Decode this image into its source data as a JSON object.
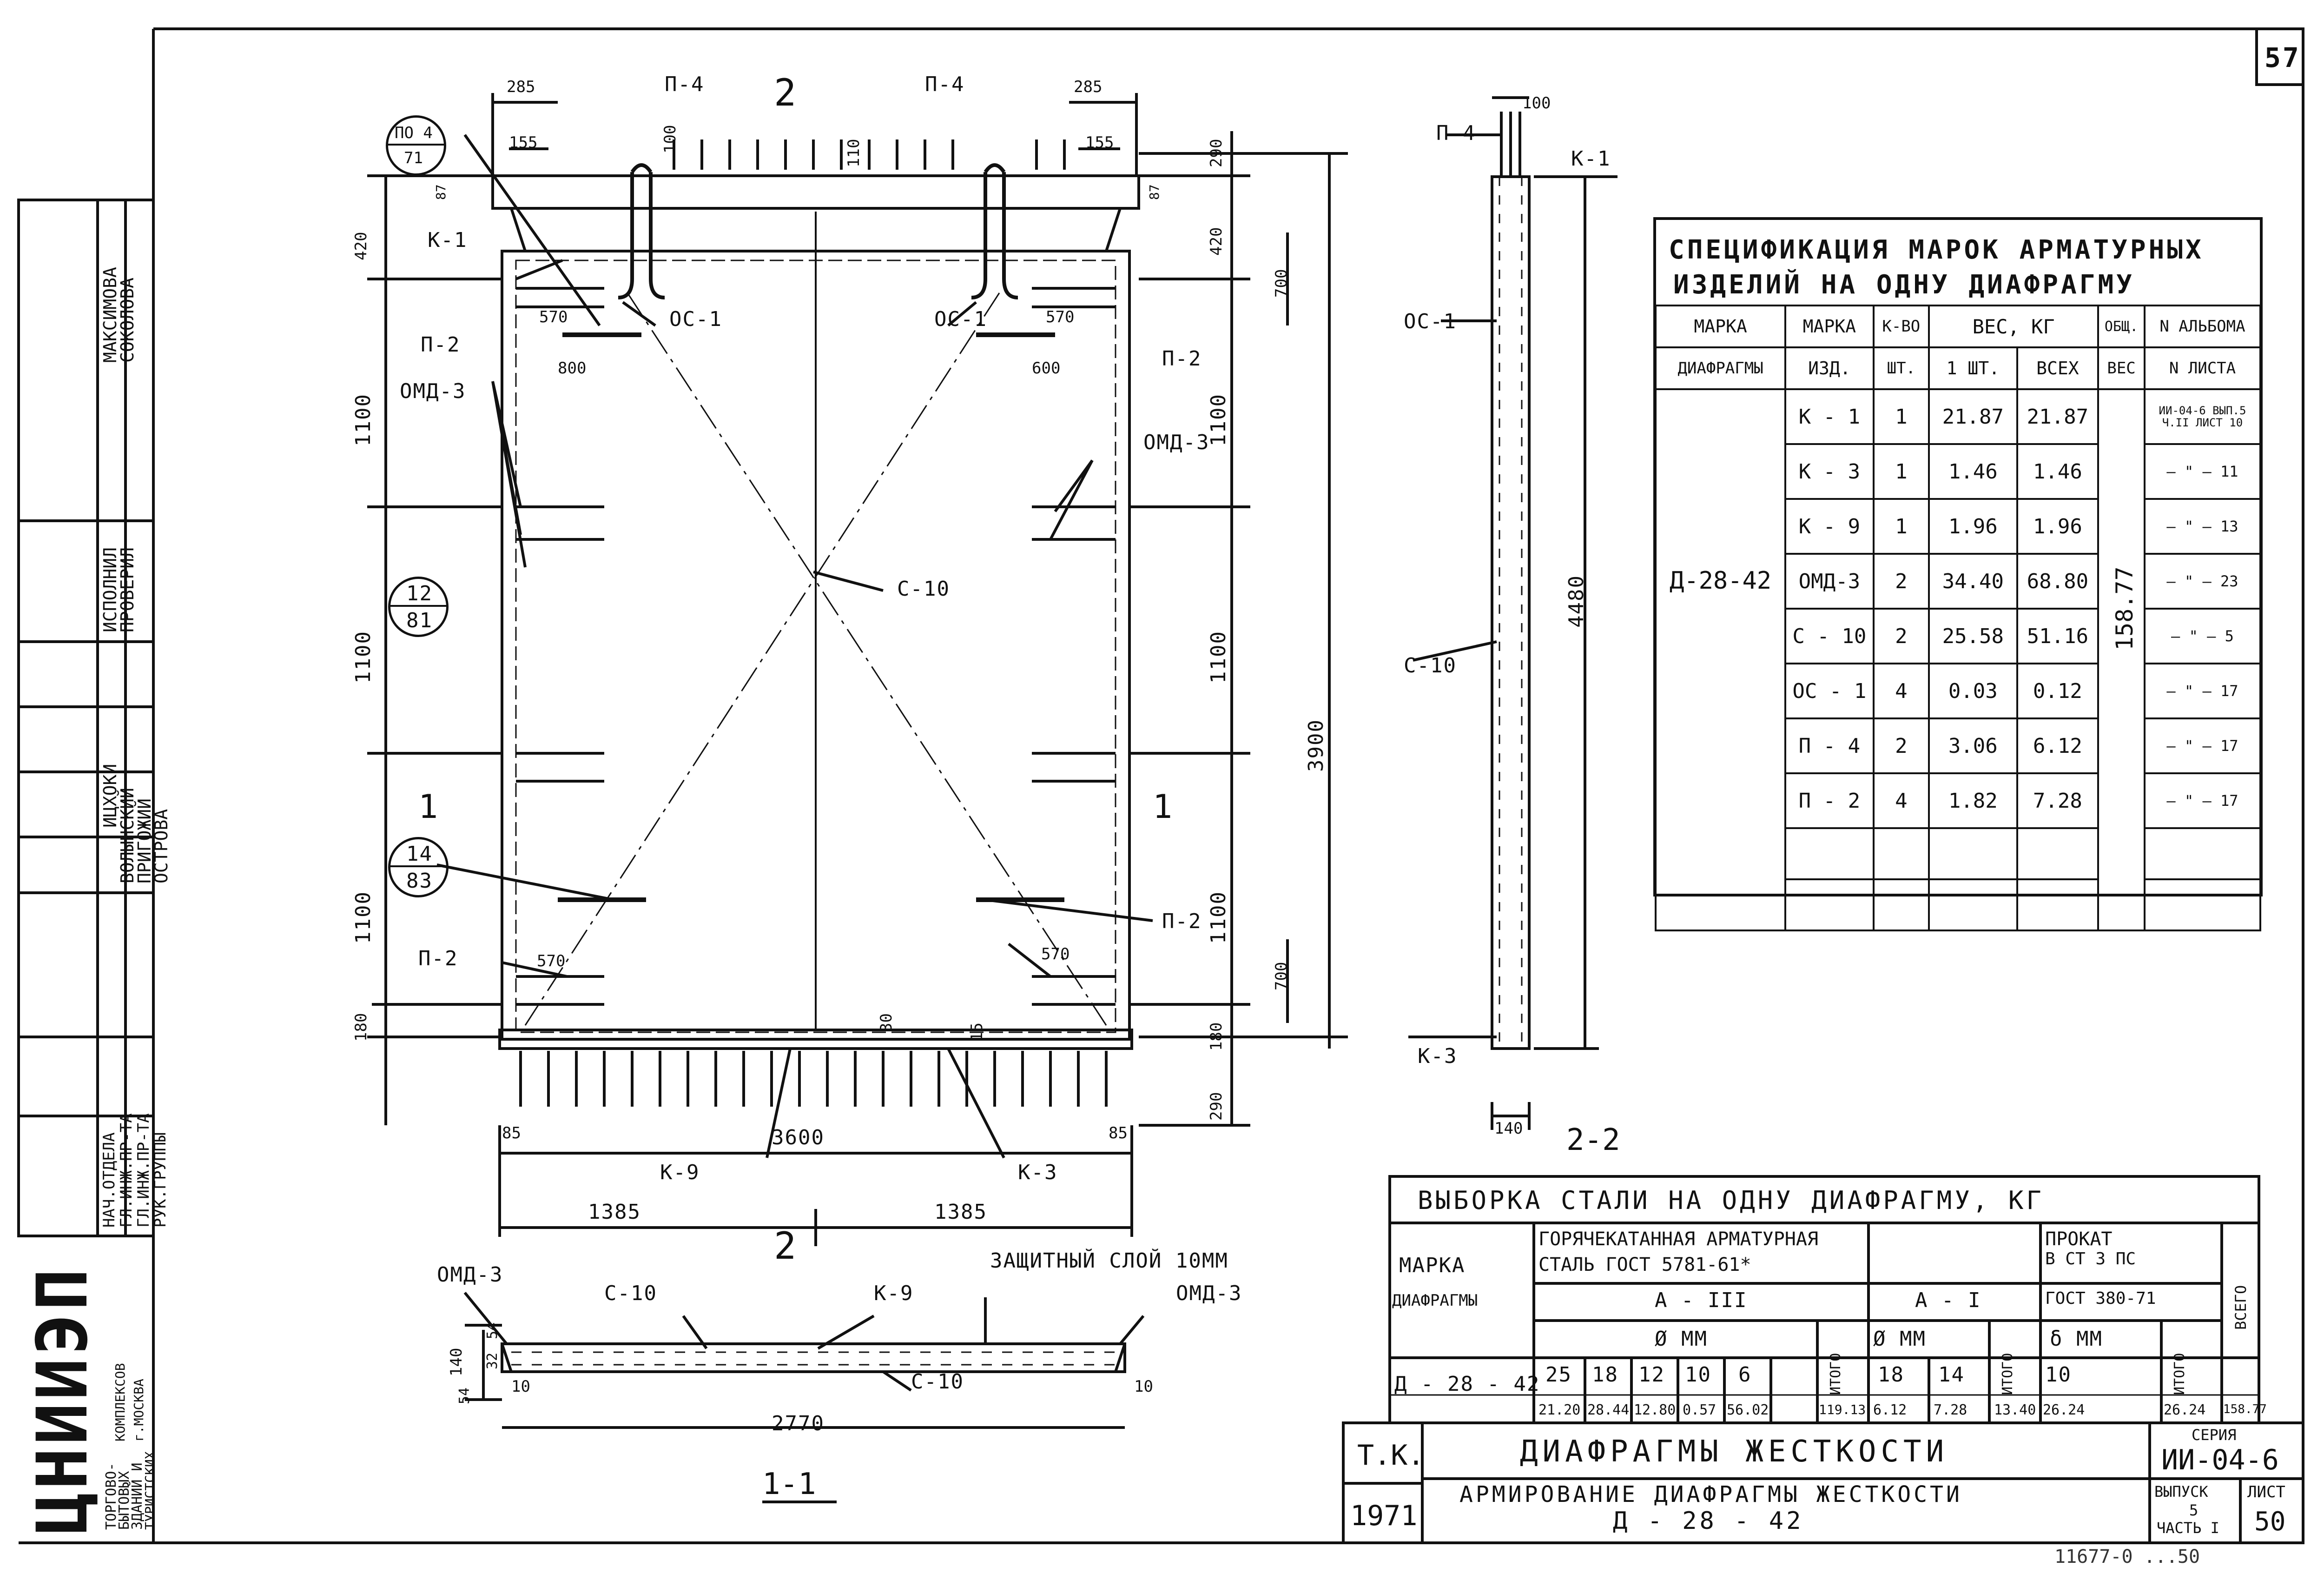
{
  "sheet_number": "57",
  "title_block": {
    "tk": "Т.К.",
    "year": "1971",
    "title1": "ДИАФРАГМЫ  ЖЕСТКОСТИ",
    "title2": "АРМИРОВАНИЕ  ДИАФРАГМЫ  ЖЕСТКОСТИ",
    "title3": "Д - 28 - 42",
    "series_label": "СЕРИЯ",
    "series": "ИИ-04-6",
    "issue_label": "ВЫПУСК",
    "issue": "5",
    "part": "ЧАСТЬ I",
    "sheet_label": "ЛИСТ",
    "sheet": "50",
    "footer_stamp": "11677-0 ...50"
  },
  "institute": {
    "logo": "ЦНИИЭП",
    "name_lines": [
      "ТОРГОВО-",
      "БЫТОВЫХ",
      "ЗДАНИЙ И",
      "ТУРИСТСКИХ",
      "КОМПЛЕКСОВ",
      "г.МОСКВА"
    ]
  },
  "staff": {
    "roles": [
      "НАЧ.ОТДЕЛА",
      "ГЛ.ИНЖ.ПР-ТА",
      "ГЛ.ИНЖ.ПР-ТА",
      "РУК.ГРУППЫ",
      "ИСПОЛНИЛ",
      "ПРОВЕРИЛ"
    ],
    "names": [
      "ИЦХОКИ",
      "ВОЛЫНСКИЙ",
      "ПРИГОЖИЙ",
      "ОСТРОВА",
      "МАКСИМОВА",
      "СОКОЛОВА"
    ]
  },
  "spec_table": {
    "title1": "СПЕЦИФИКАЦИЯ МАРОК АРМАТУРНЫХ",
    "title2": "ИЗДЕЛИЙ  НА ОДНУ ДИАФРАГМУ",
    "h_mark1": "МАРКА",
    "h_mark2": "ДИАФРАГМЫ",
    "h_item1": "МАРКА",
    "h_item2": "ИЗД.",
    "h_qty1": "К-ВО",
    "h_qty2": "ШТ.",
    "h_weight": "ВЕС, КГ",
    "h_one": "1 ШТ.",
    "h_all": "ВСЕХ",
    "h_total1": "ОБЩ.",
    "h_total2": "ВЕС",
    "h_album1": "N АЛЬБОМА",
    "h_album2": "N ЛИСТА",
    "diaphragm": "Д-28-42",
    "total_weight": "158.77",
    "rows": [
      {
        "mark": "К - 1",
        "qty": "1",
        "one": "21.87",
        "all": "21.87",
        "album": "ИИ-04-6 ВЫП.5 Ч.II ЛИСТ 10"
      },
      {
        "mark": "К - 3",
        "qty": "1",
        "one": "1.46",
        "all": "1.46",
        "album": "— \" — 11"
      },
      {
        "mark": "К - 9",
        "qty": "1",
        "one": "1.96",
        "all": "1.96",
        "album": "— \" — 13"
      },
      {
        "mark": "ОМД-3",
        "qty": "2",
        "one": "34.40",
        "all": "68.80",
        "album": "— \" — 23"
      },
      {
        "mark": "С - 10",
        "qty": "2",
        "one": "25.58",
        "all": "51.16",
        "album": "— \" — 5"
      },
      {
        "mark": "ОС - 1",
        "qty": "4",
        "one": "0.03",
        "all": "0.12",
        "album": "— \" — 17"
      },
      {
        "mark": "П - 4",
        "qty": "2",
        "one": "3.06",
        "all": "6.12",
        "album": "— \" — 17"
      },
      {
        "mark": "П - 2",
        "qty": "4",
        "one": "1.82",
        "all": "7.28",
        "album": "— \" — 17"
      }
    ]
  },
  "steel_table": {
    "title": "ВЫБОРКА СТАЛИ НА ОДНУ ДИАФРАГМУ, КГ",
    "h_mark1": "МАРКА",
    "h_mark2": "ДИАФРАГМЫ",
    "hot_rolled1": "ГОРЯЧЕКАТАННАЯ АРМАТУРНАЯ",
    "hot_rolled2": "СТАЛЬ   ГОСТ 5781-61*",
    "rolled1": "ПРОКАТ",
    "rolled2": "В СТ 3 ПС",
    "rolled3": "ГОСТ 380-71",
    "class_a3": "А - III",
    "class_a1": "А - I",
    "diam": "Ø  ММ",
    "thick": "δ  ММ",
    "itogo": "ИТОГО",
    "vsego": "ВСЕГО",
    "diaphragm": "Д - 28 - 42",
    "diameters_a3": [
      "25",
      "18",
      "12",
      "10",
      "6"
    ],
    "diameters_a1": [
      "18",
      "14"
    ],
    "thickness": [
      "10"
    ],
    "values_a3": [
      "21.20",
      "28.44",
      "12.80",
      "0.57",
      "56.02"
    ],
    "total_a3": "119.13",
    "values_a1": [
      "6.12",
      "7.28"
    ],
    "total_a1": "13.40",
    "values_plate": [
      "26.24"
    ],
    "total_plate": "26.24",
    "grand_total": "158.77"
  },
  "drawing": {
    "labels": {
      "p4": "П-4",
      "p2": "П-2",
      "k1": "К-1",
      "k3": "К-3",
      "k9": "К-9",
      "os1": "ОС-1",
      "omd3": "ОМД-3",
      "c10": "С-10",
      "section_2": "2",
      "section_1": "1",
      "section_22": "2-2",
      "section_11": "1-1",
      "protective": "ЗАЩИТНЫЙ СЛОЙ 10ММ"
    },
    "callouts": [
      {
        "top": "ПО 4",
        "bottom": "71"
      },
      {
        "top": "12",
        "bottom": "81"
      },
      {
        "top": "14",
        "bottom": "83"
      }
    ],
    "dims": {
      "d285": "285",
      "d155": "155",
      "d100": "100",
      "d110": "110",
      "d87": "87",
      "d290": "290",
      "d420": "420",
      "d700": "700",
      "d1100": "1100",
      "d3900": "3900",
      "d4480": "4480",
      "d180": "180",
      "d570": "570",
      "d600": "600",
      "d800": "800",
      "d30": "30",
      "d15": "15",
      "d85": "85",
      "d3600": "3600",
      "d1385": "1385",
      "d140": "140",
      "d54": "54",
      "d32": "32",
      "d10": "10",
      "d2770": "2770"
    }
  }
}
